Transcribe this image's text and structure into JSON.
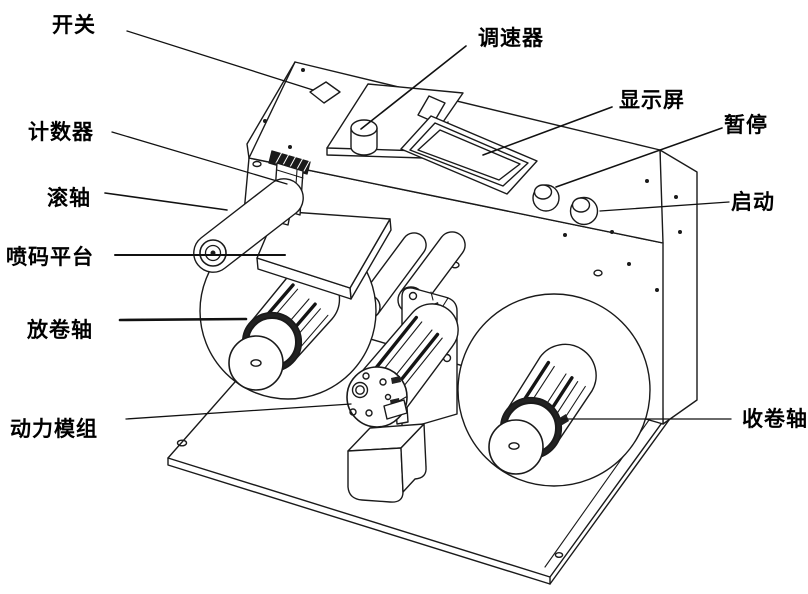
{
  "diagram": {
    "type": "technical-line-illustration",
    "labels": {
      "switch": {
        "text": "开关"
      },
      "speed_controller": {
        "text": "调速器"
      },
      "display": {
        "text": "显示屏"
      },
      "pause": {
        "text": "暂停"
      },
      "start": {
        "text": "启动"
      },
      "counter": {
        "text": "计数器"
      },
      "roller": {
        "text": "滚轴"
      },
      "inkjet_platform": {
        "text": "喷码平台"
      },
      "unwind_shaft": {
        "text": "放卷轴"
      },
      "power_module": {
        "text": "动力模组"
      },
      "rewind_shaft": {
        "text": "收卷轴"
      }
    },
    "colors": {
      "background": "#ffffff",
      "line": "#1a1a1a",
      "label_text": "#000000"
    }
  }
}
